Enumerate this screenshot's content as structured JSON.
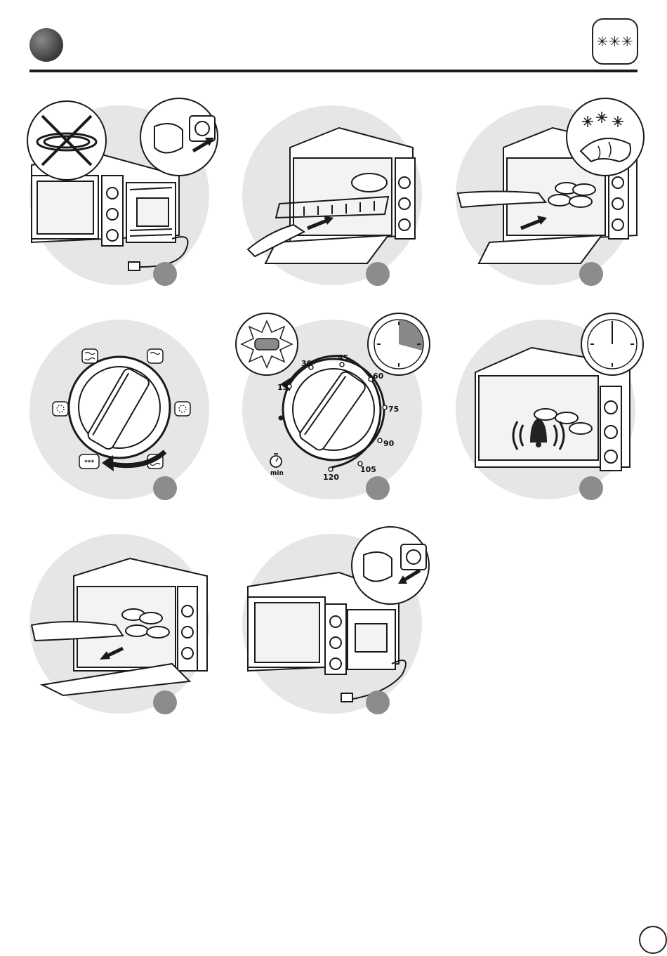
{
  "header": {
    "mode_symbol": "✳✳✳"
  },
  "colors": {
    "bubble_gray": "#e6e6e6",
    "step_marker": "#8c8c8c",
    "line": "#1a1a1a"
  },
  "steps": [
    {
      "id": 1,
      "scene": "oven side view, cable unwound, plug inserted into wall socket"
    },
    {
      "id": 2,
      "scene": "insert wire rack into oven"
    },
    {
      "id": 3,
      "scene": "place frozen croissants on rack"
    },
    {
      "id": 4,
      "scene": "turn function selector to defrost"
    },
    {
      "id": 5,
      "scene": "set timer dial"
    },
    {
      "id": 6,
      "scene": "timer runs, bell rings at end"
    },
    {
      "id": 7,
      "scene": "remove tray from oven"
    },
    {
      "id": 8,
      "scene": "unplug oven"
    }
  ],
  "timer_dial": {
    "labels": [
      "15",
      "30",
      "45",
      "60",
      "75",
      "90",
      "105",
      "120"
    ],
    "unit": "min"
  },
  "function_selector": {
    "selected_symbol": "***"
  },
  "icons": [
    "stopwatch-icon",
    "bell-icon",
    "clock-icon",
    "plug-icon",
    "socket-icon",
    "snowflake-icon",
    "croissant-icon",
    "arrow-icon"
  ]
}
